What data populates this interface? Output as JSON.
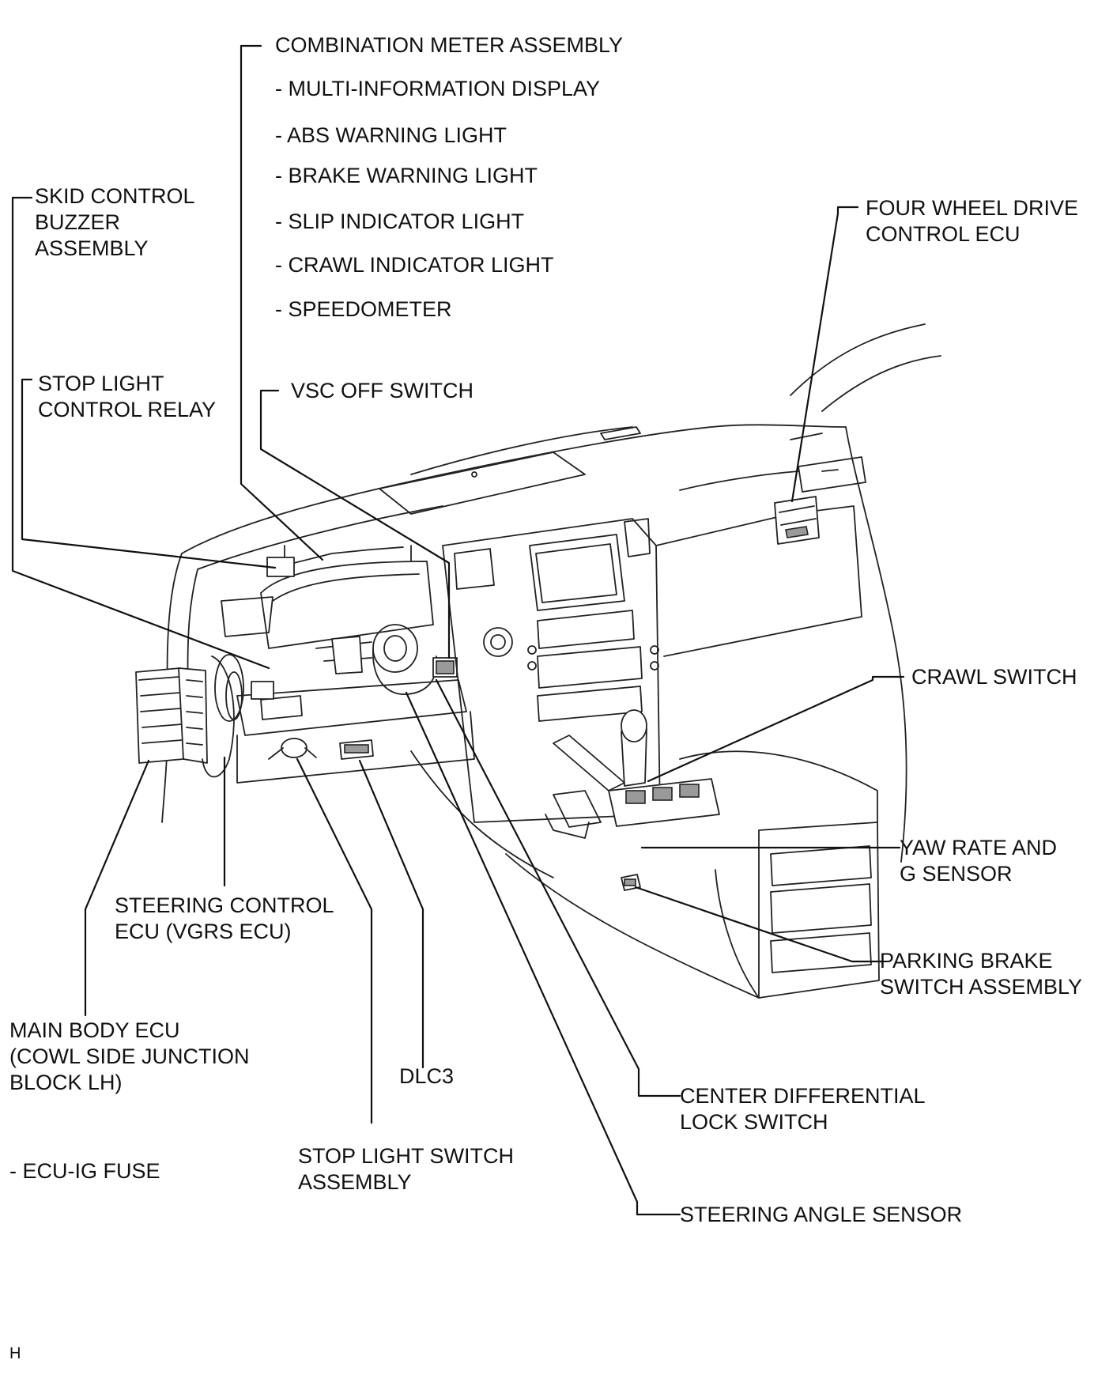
{
  "labels": {
    "combination_meter": "COMBINATION METER ASSEMBLY",
    "meter_items": [
      "- MULTI-INFORMATION DISPLAY",
      "- ABS WARNING LIGHT",
      "- BRAKE WARNING LIGHT",
      "- SLIP INDICATOR LIGHT",
      "- CRAWL INDICATOR LIGHT",
      "- SPEEDOMETER"
    ],
    "skid_buzzer": [
      "SKID CONTROL",
      "BUZZER",
      "ASSEMBLY"
    ],
    "four_wheel_ecu": [
      "FOUR WHEEL DRIVE",
      "CONTROL ECU"
    ],
    "stop_light_relay": [
      "STOP LIGHT",
      "CONTROL RELAY"
    ],
    "vsc_off": "VSC OFF SWITCH",
    "crawl_switch": "CRAWL SWITCH",
    "yaw_rate": [
      "YAW RATE AND",
      "G SENSOR"
    ],
    "steering_control_ecu": [
      "STEERING CONTROL",
      "ECU (VGRS ECU)"
    ],
    "parking_brake": [
      "PARKING BRAKE",
      "SWITCH ASSEMBLY"
    ],
    "main_body_ecu": [
      "MAIN BODY ECU",
      "(COWL SIDE JUNCTION",
      "BLOCK LH)"
    ],
    "dlc3": "DLC3",
    "center_diff": [
      "CENTER DIFFERENTIAL",
      "LOCK SWITCH"
    ],
    "ecu_ig_fuse": "- ECU-IG FUSE",
    "stop_light_switch": [
      "STOP LIGHT SWITCH",
      "ASSEMBLY"
    ],
    "steering_angle": "STEERING ANGLE SENSOR",
    "corner_mark": "H"
  }
}
